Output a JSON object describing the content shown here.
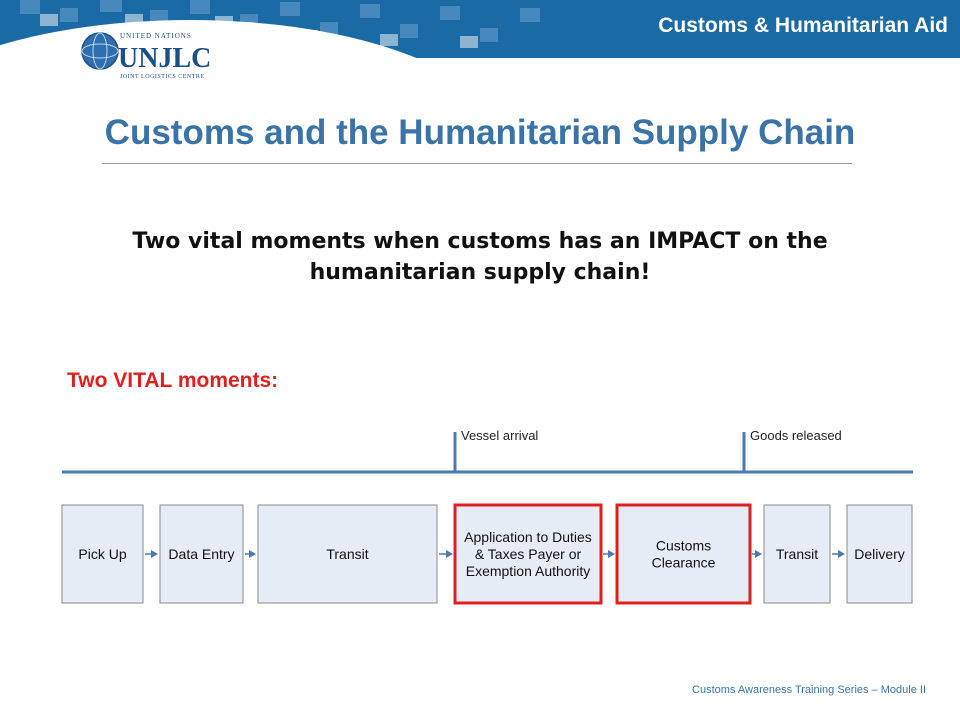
{
  "header": {
    "title": "Customs & Humanitarian Aid"
  },
  "logo": {
    "line1": "UNITED NATIONS",
    "main": "UNJLC",
    "line2": "JOINT LOGISTICS CENTRE"
  },
  "slide": {
    "title": "Customs and the Humanitarian Supply Chain",
    "subtitle_line1": "Two vital moments when customs has an IMPACT on the",
    "subtitle_line2": "humanitarian supply chain!",
    "vital_label": "Two VITAL moments:"
  },
  "timeline": {
    "markers": [
      {
        "label": "Vessel arrival"
      },
      {
        "label": "Goods released"
      }
    ]
  },
  "flow": {
    "steps": [
      {
        "lines": [
          "Pick Up"
        ],
        "highlight": false
      },
      {
        "lines": [
          "Data Entry"
        ],
        "highlight": false
      },
      {
        "lines": [
          "Transit"
        ],
        "highlight": false
      },
      {
        "lines": [
          "Application to Duties",
          "& Taxes Payer or",
          "Exemption Authority"
        ],
        "highlight": true
      },
      {
        "lines": [
          "Customs",
          "Clearance"
        ],
        "highlight": true
      },
      {
        "lines": [
          "Transit"
        ],
        "highlight": false
      },
      {
        "lines": [
          "Delivery"
        ],
        "highlight": false
      }
    ]
  },
  "footer": {
    "text": "Customs Awareness Training Series – Module II"
  },
  "colors": {
    "brand": "#1a6aa6",
    "title": "#3a73a8",
    "highlight": "#e02020",
    "box_fill": "#e6ecf6",
    "arrow": "#4a7ab5"
  }
}
